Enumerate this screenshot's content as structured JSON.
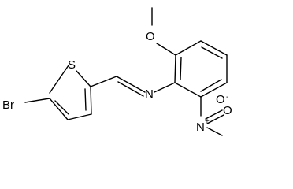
{
  "molecule": {
    "atoms": {
      "br": "Br",
      "s": "S",
      "n_imine": "N",
      "o_methoxy": "O",
      "n_nitro": "N",
      "n_nitro_charge": "+",
      "o_nitro_top": "O",
      "o_nitro_right": "O",
      "o_nitro_right_charge": "-"
    }
  }
}
